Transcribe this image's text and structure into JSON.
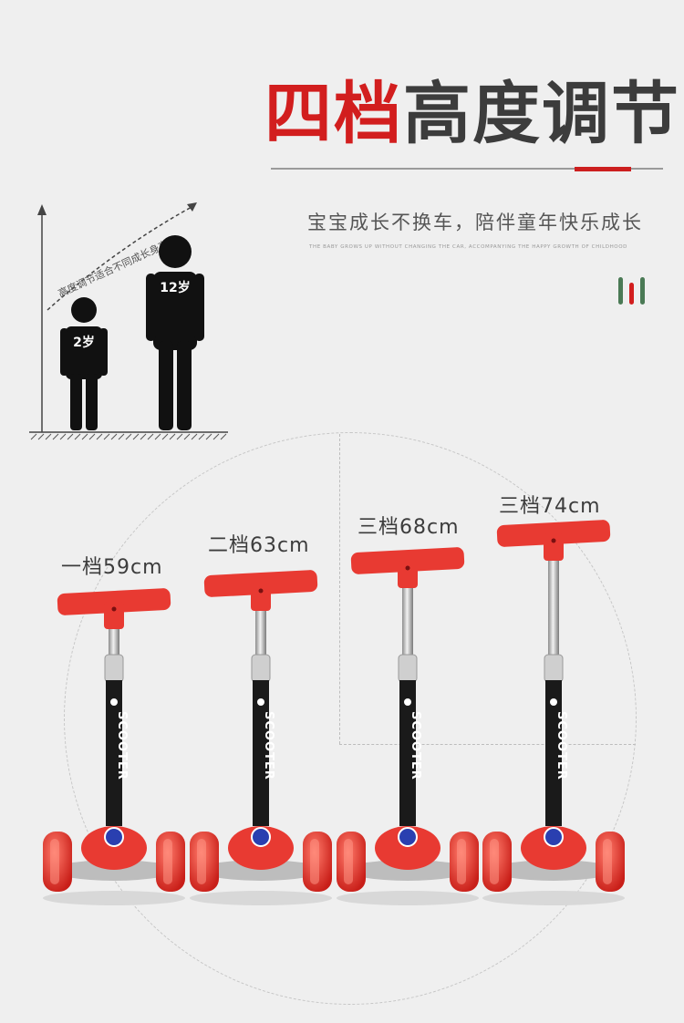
{
  "header": {
    "title_red": "四档",
    "title_dark": "高度调节",
    "subtitle": "宝宝成长不换车，陪伴童年快乐成长",
    "subtitle_en": "THE BABY GROWS UP WITHOUT CHANGING THE CAR, ACCOMPANYING THE HAPPY GROWTH OF CHILDHOOD"
  },
  "growth": {
    "arc_text": "高度调节适合不同成长身高",
    "child_small_age": "2岁",
    "child_tall_age": "12岁"
  },
  "levels": [
    {
      "label": "一档59cm",
      "height_cm": 59
    },
    {
      "label": "二档63cm",
      "height_cm": 63
    },
    {
      "label": "三档68cm",
      "height_cm": 68
    },
    {
      "label": "三档74cm",
      "height_cm": 74
    }
  ],
  "scooter": {
    "brand_text": "SCOOTER"
  },
  "colors": {
    "accent_red": "#d21e1e",
    "accent_green": "#4a7a55",
    "scooter_red": "#e83a32",
    "background": "#efefef"
  }
}
